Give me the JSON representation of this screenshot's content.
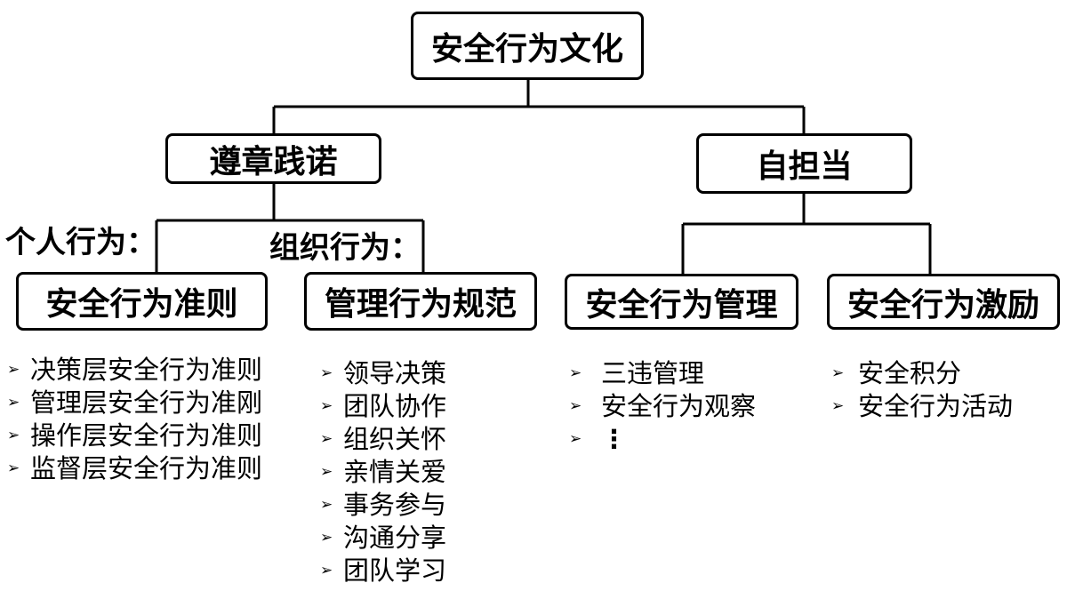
{
  "root": {
    "label": "安全行为文化"
  },
  "branches": {
    "left": {
      "label": "遵章践诺"
    },
    "right": {
      "label": "自担当"
    }
  },
  "side_labels": {
    "personal": "个人行为：",
    "organizational": "组织行为："
  },
  "leaves": [
    {
      "label": "安全行为准则",
      "items": [
        "决策层安全行为准则",
        "管理层安全行为准刚",
        "操作层安全行为准则",
        "监督层安全行为准则"
      ]
    },
    {
      "label": "管理行为规范",
      "items": [
        "领导决策",
        "团队协作",
        "组织关怀",
        "亲情关爱",
        "事务参与",
        "沟通分享",
        "团队学习"
      ]
    },
    {
      "label": "安全行为管理",
      "items": [
        "三违管理",
        "安全行为观察",
        "⋮"
      ]
    },
    {
      "label": "安全行为激励",
      "items": [
        "安全积分",
        "安全行为活动"
      ]
    }
  ],
  "bullet_symbol": "➢"
}
